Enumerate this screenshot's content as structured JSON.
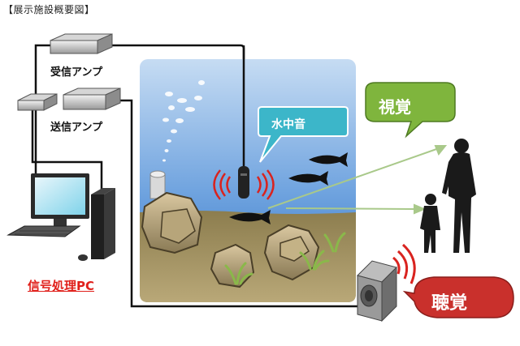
{
  "title": "【展示施設概要図】",
  "labels": {
    "receive_amp": "受信アンプ",
    "transmit_amp": "送信アンプ",
    "pc": "信号処理PC",
    "hydrophone": "水中音",
    "visual": "視覚",
    "hearing": "聴覚"
  },
  "colors": {
    "water_top": "#a9c8ec",
    "water_bottom": "#3a7fd0",
    "seabed": "#9b8a5a",
    "visual_bubble": "#7fb53d",
    "hearing_bubble": "#c9302c",
    "hydro_bubble": "#3cb6c9",
    "pc_label": "#e0201b",
    "sight_arrow": "#a9c98a"
  },
  "icons": [
    "amplifier-icon",
    "desktop-pc-icon",
    "speaker-icon",
    "hydrophone-icon",
    "fish-icon",
    "person-silhouette-icon",
    "sound-wave-icon"
  ]
}
